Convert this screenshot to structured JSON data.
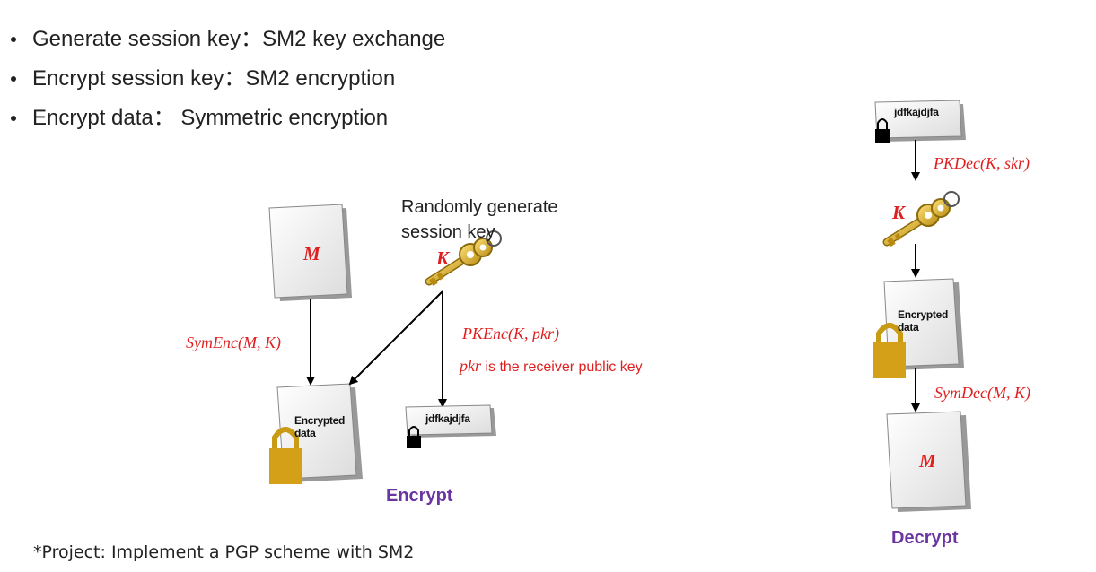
{
  "bullets": [
    "Generate session key：SM2 key exchange",
    "Encrypt session key：SM2 encryption",
    "Encrypt data： Symmetric encryption"
  ],
  "encrypt": {
    "title": "Encrypt",
    "message_label": "M",
    "key_label": "K",
    "random_key_line1": "Randomly generate",
    "random_key_line2": "session key",
    "sym_enc": "SymEnc(M, K)",
    "pk_enc": "PKEnc(K, pkr)",
    "pk_note_var": "pkr",
    "pk_note_text": " is the receiver public key",
    "encrypted_data_line1": "Encrypted",
    "encrypted_data_line2": "data",
    "cipher_key_text": "jdfkajdjfa"
  },
  "decrypt": {
    "title": "Decrypt",
    "cipher_key_text": "jdfkajdjfa",
    "pk_dec": "PKDec(K, skr)",
    "key_label": "K",
    "encrypted_data_line1": "Encrypted",
    "encrypted_data_line2": "data",
    "sym_dec": "SymDec(M, K)",
    "message_label": "M"
  },
  "footer": {
    "project_note": "*Project: Implement a PGP scheme with SM2"
  }
}
